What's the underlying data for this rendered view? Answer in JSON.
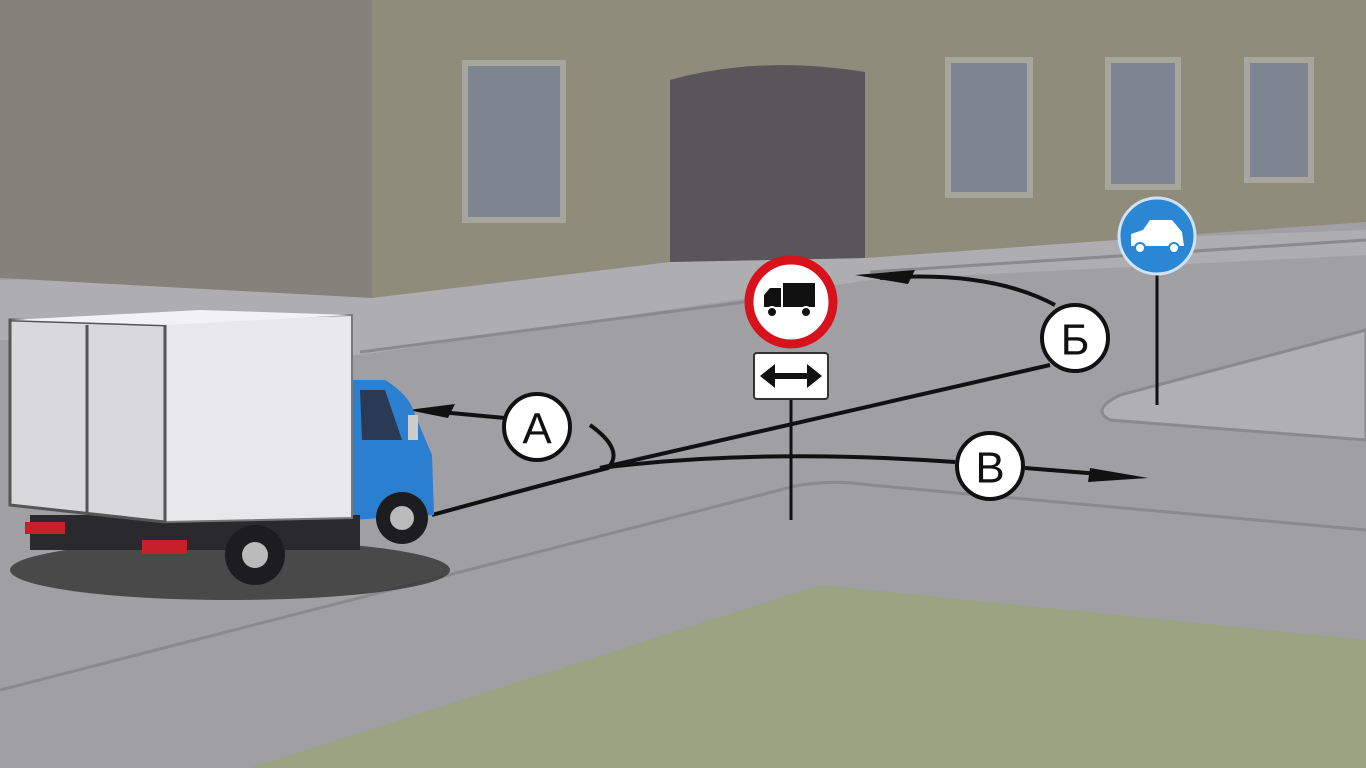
{
  "route_labels": {
    "a": "А",
    "b": "Б",
    "v": "В"
  },
  "signs": {
    "no_trucks": {
      "ring_color": "#d8121c",
      "icon": "truck-icon"
    },
    "plate": {
      "icon": "double-arrow-icon"
    },
    "cars_only": {
      "color": "#2b86d4",
      "icon": "car-icon"
    }
  },
  "colors": {
    "road": "#a09fa4",
    "building": "#8f8c7c",
    "grass": "#9aa382",
    "truck_cab": "#2a7fd0"
  }
}
